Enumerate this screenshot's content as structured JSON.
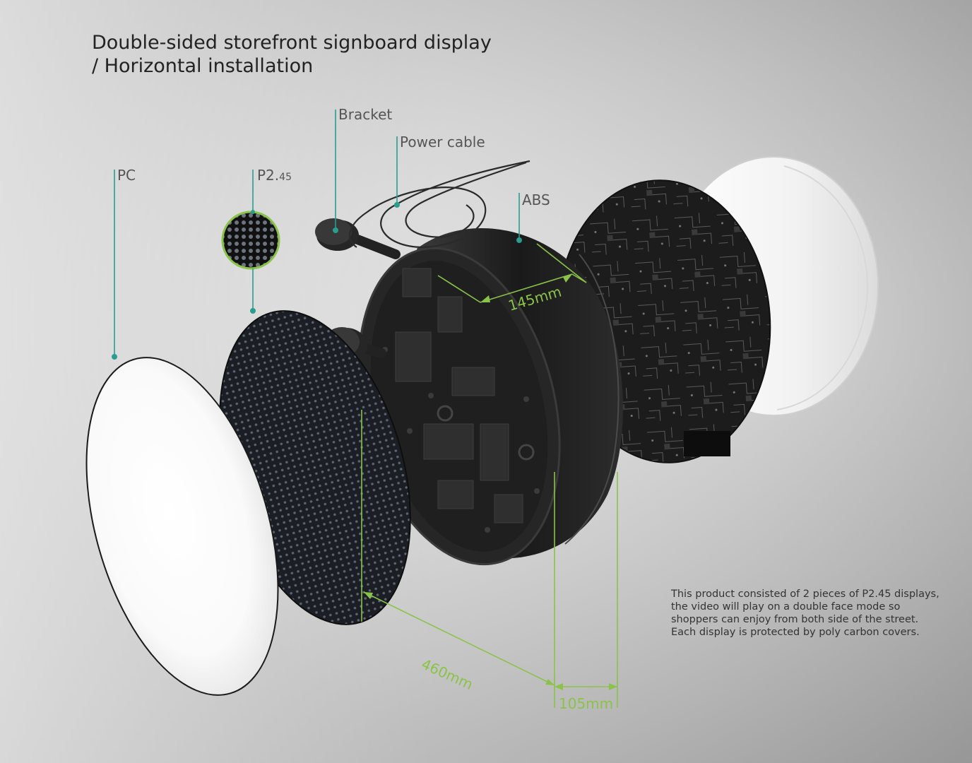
{
  "title_line1": "Double-sided storefront signboard display",
  "title_line2": "/ Horizontal installation",
  "labels": {
    "pc": "PC",
    "p245_main": "P2.",
    "p245_sub": "45",
    "bracket": "Bracket",
    "power_cable": "Power cable",
    "abs": "ABS"
  },
  "dimensions": {
    "depth_inner": "145mm",
    "diameter": "460mm",
    "thickness": "105mm"
  },
  "description": [
    "This product consisted of 2 pieces of P2.45 displays,",
    "the video will play on a double face mode so",
    "shoppers can enjoy from both side of the street.",
    "Each display is protected by poly carbon covers."
  ],
  "colors": {
    "leader_line": "#2a9d8f",
    "dimension": "#8bc34a",
    "housing": "#1e1e1e"
  }
}
